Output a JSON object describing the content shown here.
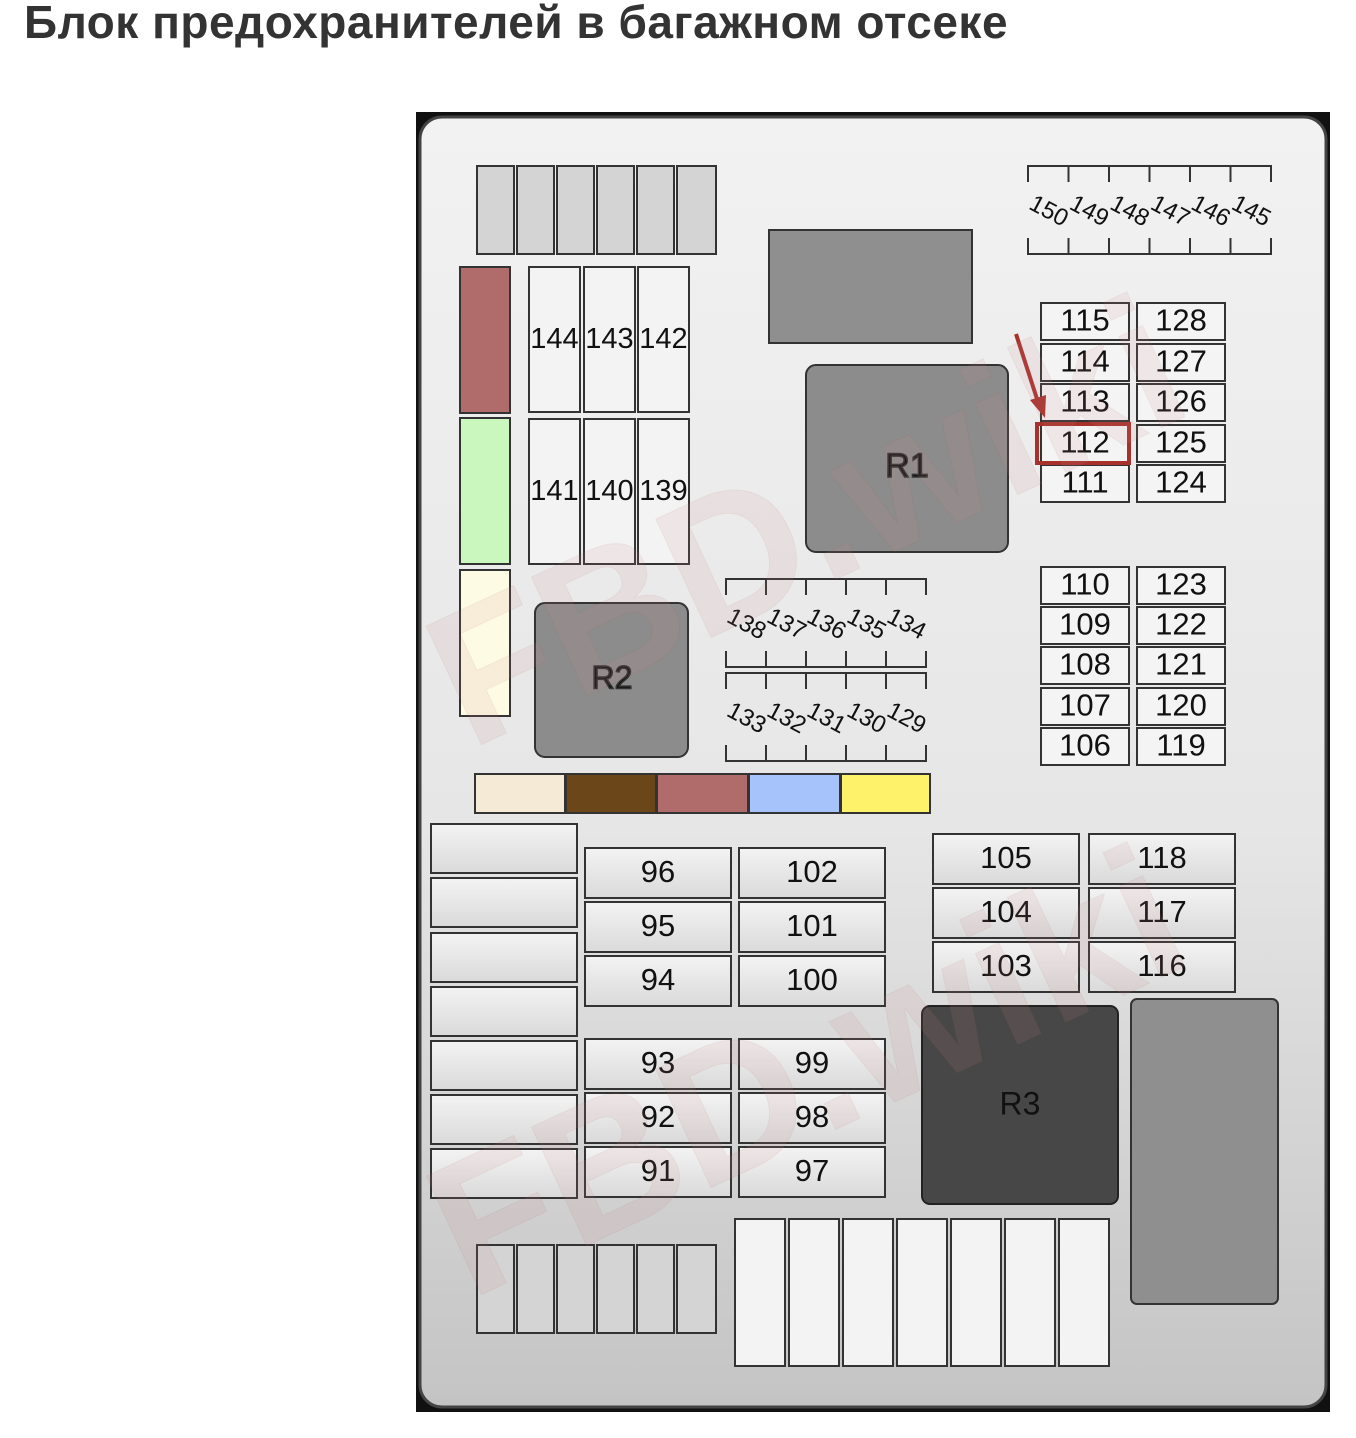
{
  "title": "Блок предохранителей в багажном отсеке",
  "watermark": "FBD.wiki",
  "highlighted_fuse": "112",
  "colors": {
    "highlight": "#a8312c",
    "arrow": "#a8312c",
    "relay_dark": "#474747",
    "relay_mid": "#8c8c8c",
    "swatch_red": "#b06b6b",
    "swatch_green": "#c9f7be",
    "swatch_cream": "#fdfbe3",
    "swatch_tan": "#f4ead6",
    "swatch_brown": "#6a4618",
    "swatch_blue": "#a6c3fb",
    "swatch_yellow": "#fef26a"
  },
  "relays": [
    {
      "id": "r1",
      "label": "R1"
    },
    {
      "id": "r2",
      "label": "R2"
    },
    {
      "id": "r3",
      "label": "R3"
    }
  ],
  "mini_fuses": [
    {
      "id": "f115",
      "label": "115"
    },
    {
      "id": "f128",
      "label": "128"
    },
    {
      "id": "f114",
      "label": "114"
    },
    {
      "id": "f127",
      "label": "127"
    },
    {
      "id": "f113",
      "label": "113"
    },
    {
      "id": "f126",
      "label": "126"
    },
    {
      "id": "f112",
      "label": "112"
    },
    {
      "id": "f125",
      "label": "125"
    },
    {
      "id": "f111",
      "label": "111"
    },
    {
      "id": "f124",
      "label": "124"
    },
    {
      "id": "f110",
      "label": "110"
    },
    {
      "id": "f123",
      "label": "123"
    },
    {
      "id": "f109",
      "label": "109"
    },
    {
      "id": "f122",
      "label": "122"
    },
    {
      "id": "f108",
      "label": "108"
    },
    {
      "id": "f121",
      "label": "121"
    },
    {
      "id": "f107",
      "label": "107"
    },
    {
      "id": "f120",
      "label": "120"
    },
    {
      "id": "f106",
      "label": "106"
    },
    {
      "id": "f119",
      "label": "119"
    }
  ],
  "large_fuses": [
    {
      "id": "f105",
      "label": "105"
    },
    {
      "id": "f118",
      "label": "118"
    },
    {
      "id": "f104",
      "label": "104"
    },
    {
      "id": "f117",
      "label": "117"
    },
    {
      "id": "f103",
      "label": "103"
    },
    {
      "id": "f116",
      "label": "116"
    },
    {
      "id": "f96",
      "label": "96"
    },
    {
      "id": "f102",
      "label": "102"
    },
    {
      "id": "f95",
      "label": "95"
    },
    {
      "id": "f101",
      "label": "101"
    },
    {
      "id": "f94",
      "label": "94"
    },
    {
      "id": "f100",
      "label": "100"
    },
    {
      "id": "f93",
      "label": "93"
    },
    {
      "id": "f99",
      "label": "99"
    },
    {
      "id": "f92",
      "label": "92"
    },
    {
      "id": "f98",
      "label": "98"
    },
    {
      "id": "f91",
      "label": "91"
    },
    {
      "id": "f97",
      "label": "97"
    }
  ],
  "tall_fuses": [
    {
      "id": "f144",
      "label": "144"
    },
    {
      "id": "f143",
      "label": "143"
    },
    {
      "id": "f142",
      "label": "142"
    },
    {
      "id": "f141",
      "label": "141"
    },
    {
      "id": "f140",
      "label": "140"
    },
    {
      "id": "f139",
      "label": "139"
    }
  ],
  "rotated_fuses_top_right": [
    {
      "id": "f150",
      "label": "150"
    },
    {
      "id": "f149",
      "label": "149"
    },
    {
      "id": "f148",
      "label": "148"
    },
    {
      "id": "f147",
      "label": "147"
    },
    {
      "id": "f146",
      "label": "146"
    },
    {
      "id": "f145",
      "label": "145"
    }
  ],
  "rotated_fuses_middle_top": [
    {
      "id": "f138",
      "label": "138"
    },
    {
      "id": "f137",
      "label": "137"
    },
    {
      "id": "f136",
      "label": "136"
    },
    {
      "id": "f135",
      "label": "135"
    },
    {
      "id": "f134",
      "label": "134"
    }
  ],
  "rotated_fuses_middle_bottom": [
    {
      "id": "f133",
      "label": "133"
    },
    {
      "id": "f132",
      "label": "132"
    },
    {
      "id": "f131",
      "label": "131"
    },
    {
      "id": "f130",
      "label": "130"
    },
    {
      "id": "f129",
      "label": "129"
    }
  ]
}
